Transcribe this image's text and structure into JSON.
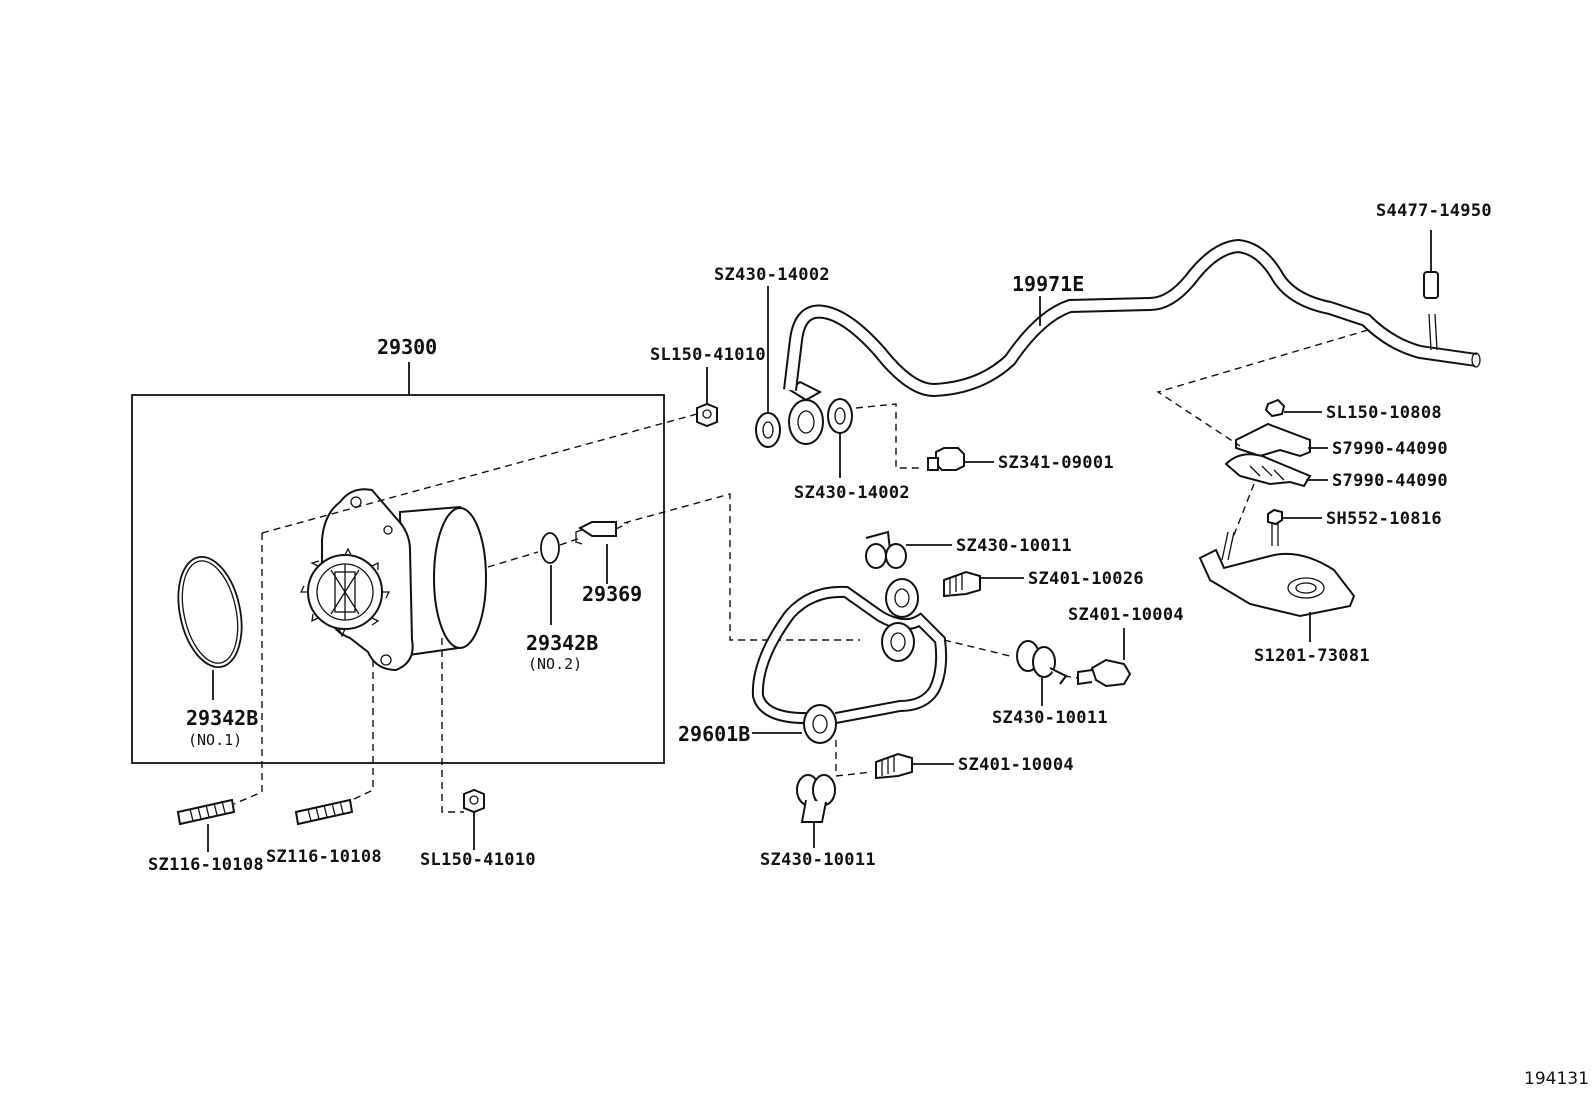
{
  "diagram": {
    "callouts": {
      "main_assembly": "29300",
      "oring_no1": "29342B",
      "oring_no1_note": "(NO.1)",
      "oring_no2": "29342B",
      "oring_no2_note": "(NO.2)",
      "union_bolt": "29369",
      "stud_left": "SZ116-10108",
      "stud_mid": "SZ116-10108",
      "nut_bottom": "SL150-41010",
      "nut_top": "SL150-41010",
      "gasket_top_left": "SZ430-14002",
      "gasket_top_right": "SZ430-14002",
      "hose_main": "19971E",
      "hose_cap": "S4477-14950",
      "plug": "SZ341-09001",
      "clip_small": "SL150-10808",
      "clamp_upper": "S7990-44090",
      "clamp_lower": "S7990-44090",
      "bolt_bracket": "SH552-10816",
      "bracket": "S1201-73081",
      "pipe_assy": "29601B",
      "gasket_mid": "SZ430-10011",
      "bolt_union_mid": "SZ401-10026",
      "bolt_union_right": "SZ401-10004",
      "gasket_right": "SZ430-10011",
      "bolt_union_low": "SZ401-10004",
      "gasket_low": "SZ430-10011"
    },
    "figure_number": "194131"
  }
}
